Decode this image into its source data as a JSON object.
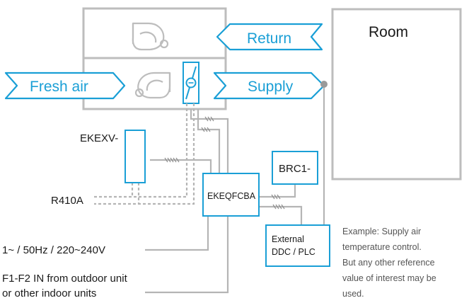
{
  "ahu": {
    "return_label": "Return",
    "fresh_air_label": "Fresh air",
    "supply_label": "Supply"
  },
  "room": {
    "label": "Room"
  },
  "expansion_valve": {
    "label": "EKEXV-"
  },
  "refrigerant": {
    "label": "R410A"
  },
  "control_box": {
    "label": "EKEQFCBA"
  },
  "remote": {
    "label": "BRC1-"
  },
  "ddc": {
    "line1": "External",
    "line2": "DDC / PLC"
  },
  "power": {
    "label": "1~ / 50Hz / 220~240V"
  },
  "f1f2": {
    "line1": "F1-F2 IN from outdoor unit",
    "line2": "or other indoor units"
  },
  "note": {
    "lines": [
      "Example: Supply air",
      "temperature control.",
      "But any other reference",
      "value of interest may be",
      "used."
    ]
  },
  "colors": {
    "accent": "#1a9fd6",
    "grey": "#bdbdbd",
    "text": "#1a1a1a"
  }
}
